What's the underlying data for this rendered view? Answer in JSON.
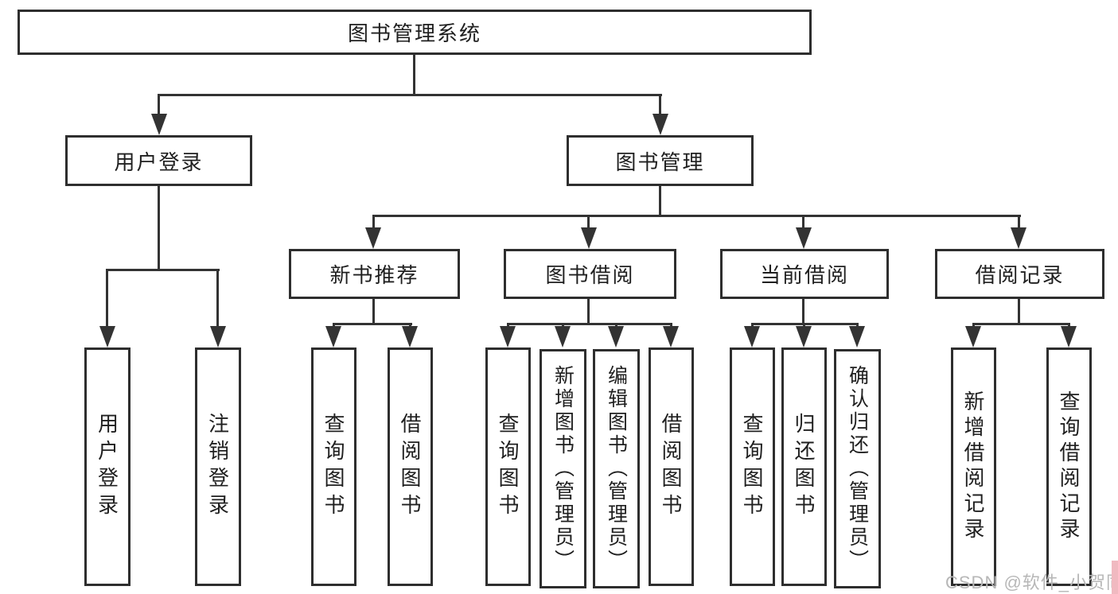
{
  "root": {
    "label": "图书管理系统"
  },
  "branches": [
    {
      "label": "用户登录",
      "leaves": [
        {
          "label": "用户登录"
        },
        {
          "label": "注销登录"
        }
      ]
    },
    {
      "label": "图书管理",
      "groups": [
        {
          "label": "新书推荐",
          "leaves": [
            {
              "label": "查询图书"
            },
            {
              "label": "借阅图书"
            }
          ]
        },
        {
          "label": "图书借阅",
          "leaves": [
            {
              "label": "查询图书"
            },
            {
              "label": "新增图书（管理员）"
            },
            {
              "label": "编辑图书（管理员）"
            },
            {
              "label": "借阅图书"
            }
          ]
        },
        {
          "label": "当前借阅",
          "leaves": [
            {
              "label": "查询图书"
            },
            {
              "label": "归还图书"
            },
            {
              "label": "确认归还（管理员）"
            }
          ]
        },
        {
          "label": "借阅记录",
          "leaves": [
            {
              "label": "新增借阅记录"
            },
            {
              "label": "查询借阅记录"
            }
          ]
        }
      ]
    }
  ],
  "watermark": {
    "text": "CSDN @软件_小贺同学",
    "color": "#b7b7b7",
    "accent_color": "#f0b9c0"
  },
  "colors": {
    "line": "#333333",
    "box_border": "#2e2e2e",
    "text": "#1f1f1f",
    "background": "#ffffff"
  }
}
